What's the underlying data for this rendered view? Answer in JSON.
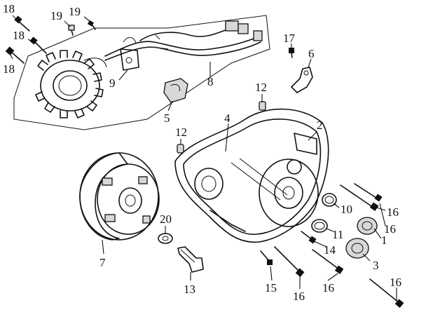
{
  "callouts": [
    {
      "id": "c18a",
      "text": "18"
    },
    {
      "id": "c18b",
      "text": "18"
    },
    {
      "id": "c18c",
      "text": "18"
    },
    {
      "id": "c19a",
      "text": "19"
    },
    {
      "id": "c19b",
      "text": "19"
    },
    {
      "id": "c9",
      "text": "9"
    },
    {
      "id": "c8",
      "text": "8"
    },
    {
      "id": "c17",
      "text": "17"
    },
    {
      "id": "c6",
      "text": "6"
    },
    {
      "id": "c5",
      "text": "5"
    },
    {
      "id": "c12a",
      "text": "12"
    },
    {
      "id": "c12b",
      "text": "12"
    },
    {
      "id": "c4",
      "text": "4"
    },
    {
      "id": "c2",
      "text": "2"
    },
    {
      "id": "c7",
      "text": "7"
    },
    {
      "id": "c20",
      "text": "20"
    },
    {
      "id": "c13",
      "text": "13"
    },
    {
      "id": "c10",
      "text": "10"
    },
    {
      "id": "c16a",
      "text": "16"
    },
    {
      "id": "c16b",
      "text": "16"
    },
    {
      "id": "c1",
      "text": "1"
    },
    {
      "id": "c11",
      "text": "11"
    },
    {
      "id": "c14",
      "text": "14"
    },
    {
      "id": "c3",
      "text": "3"
    },
    {
      "id": "c15",
      "text": "15"
    },
    {
      "id": "c16c",
      "text": "16"
    },
    {
      "id": "c16d",
      "text": "16"
    },
    {
      "id": "c16e",
      "text": "16"
    }
  ]
}
